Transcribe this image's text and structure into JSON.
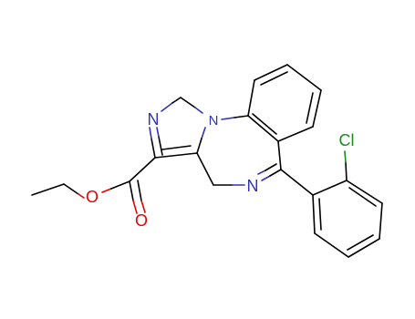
{
  "structure": {
    "atoms": {
      "n_imidazole": {
        "symbol": "N",
        "color": "#3333b3"
      },
      "n_bridge": {
        "symbol": "N",
        "color": "#3333b3"
      },
      "n_imine": {
        "symbol": "N",
        "color": "#3333b3"
      },
      "o_ester": {
        "symbol": "O",
        "color": "#e60000"
      },
      "o_carbonyl": {
        "symbol": "O",
        "color": "#e60000"
      },
      "cl": {
        "symbol": "Cl",
        "color": "#1a8c1a"
      }
    },
    "bond_color": "#000000"
  }
}
